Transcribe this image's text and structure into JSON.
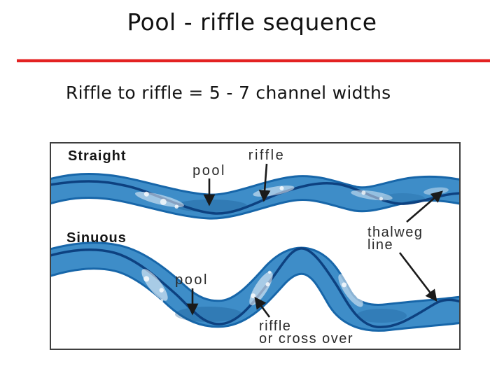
{
  "slide": {
    "title": "Pool - riffle sequence",
    "subtitle": "Riffle to riffle = 5 - 7 channel widths"
  },
  "diagram": {
    "labels": {
      "straight": "Straight",
      "pool_top": "pool",
      "riffle_top": "riffle",
      "sinuous": "Sinuous",
      "pool_bottom": "pool",
      "thalweg_line1": "thalweg",
      "thalweg_line2": "line",
      "crossover_line1": "riffle",
      "crossover_line2": "or cross over"
    },
    "colors": {
      "accent_red": "#e32222",
      "title_text": "#111111",
      "channel_fill": "#3e8dc8",
      "channel_edge": "#1766a9",
      "thalweg_line": "#0d4180",
      "pool_shadow": "#17568f",
      "riffle_speckle": "#ffffff",
      "arrow": "#1a1a1a",
      "label_text": "#2a2a2a",
      "frame_border": "#3f3f3f"
    }
  }
}
